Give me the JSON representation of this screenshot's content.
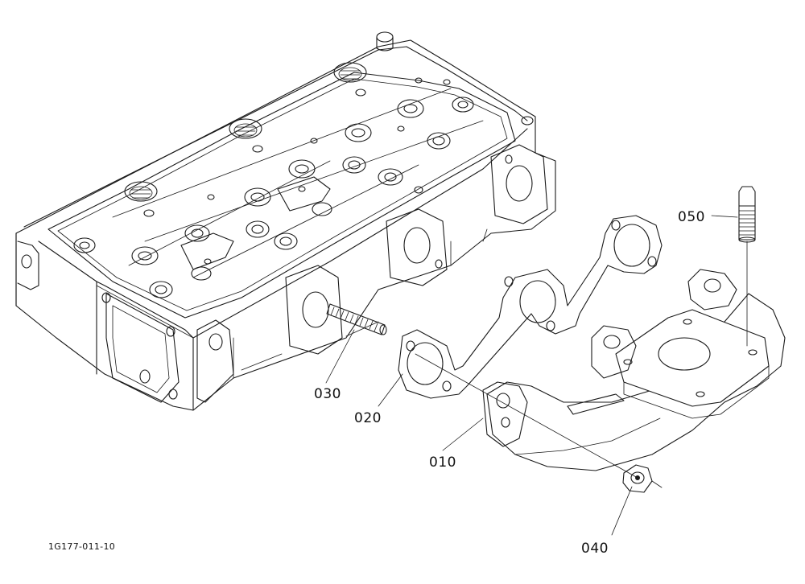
{
  "figure": {
    "reference_code": "1G177-011-10"
  },
  "callouts": [
    {
      "id": "p010",
      "label": "010"
    },
    {
      "id": "p020",
      "label": "020"
    },
    {
      "id": "p030",
      "label": "030"
    },
    {
      "id": "p040",
      "label": "040"
    },
    {
      "id": "p050",
      "label": "050"
    }
  ],
  "colors": {
    "ink": "#1a1a1a",
    "background": "#ffffff"
  }
}
